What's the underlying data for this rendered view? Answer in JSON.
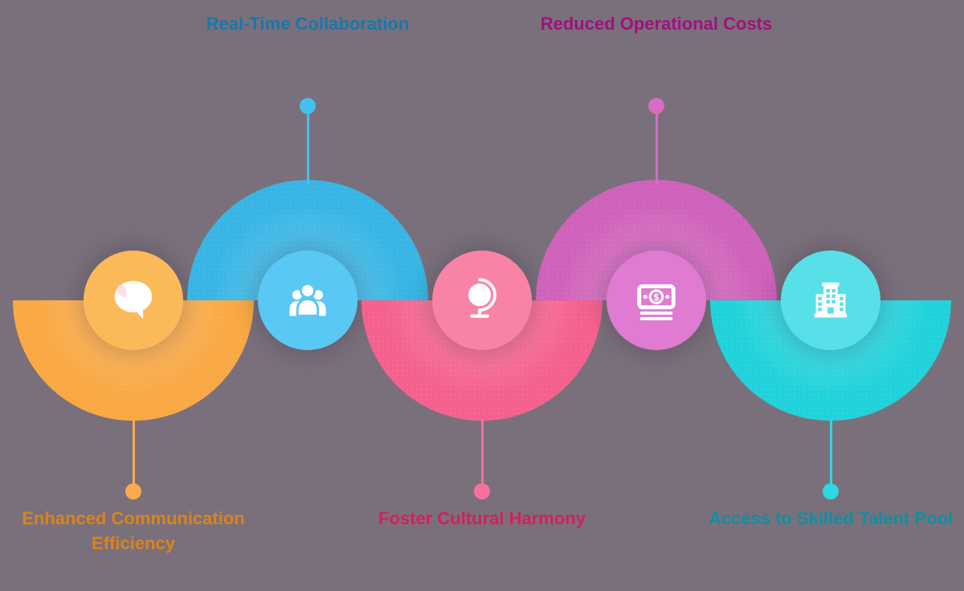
{
  "background_color": "#7a707b",
  "items": [
    {
      "label": "Enhanced Communication Efficiency",
      "icon": "chat-bubble-icon",
      "direction": "down",
      "colors": {
        "dome": "#f9a843",
        "circle": "#fcb95a",
        "accent": "#fbaa4e",
        "label": "#d9831f"
      }
    },
    {
      "label": "Real-Time Collaboration",
      "icon": "people-group-icon",
      "direction": "up",
      "colors": {
        "dome": "#38b5e4",
        "circle": "#5ac8f4",
        "accent": "#45c0ee",
        "label": "#1878ad"
      }
    },
    {
      "label": "Foster Cultural Harmony",
      "icon": "desk-globe-icon",
      "direction": "down",
      "colors": {
        "dome": "#f4618d",
        "circle": "#f982a7",
        "accent": "#f7709d",
        "label": "#d2205e"
      }
    },
    {
      "label": "Reduced Operational Costs",
      "icon": "money-bills-icon",
      "direction": "up",
      "colors": {
        "dome": "#cf62ba",
        "circle": "#df7bd0",
        "accent": "#d76cc6",
        "label": "#a0117f"
      }
    },
    {
      "label": "Access to Skilled Talent Pool",
      "icon": "office-building-icon",
      "direction": "down",
      "colors": {
        "dome": "#21d2da",
        "circle": "#58e0e8",
        "accent": "#2cd8e1",
        "label": "#0e90a1"
      }
    }
  ]
}
